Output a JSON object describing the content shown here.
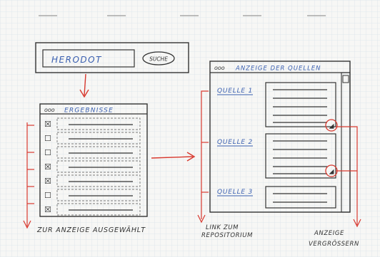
{
  "sketch": {
    "search_panel": {
      "input_value": "HERODOT",
      "button_label": "SUCHE"
    },
    "results_window": {
      "dots": "ooo",
      "title": "ERGEBNISSE",
      "rows": [
        {
          "checked": true,
          "mark": "☒"
        },
        {
          "checked": false,
          "mark": "☐"
        },
        {
          "checked": false,
          "mark": "☐"
        },
        {
          "checked": true,
          "mark": "☒"
        },
        {
          "checked": true,
          "mark": "☒"
        },
        {
          "checked": false,
          "mark": "☐"
        },
        {
          "checked": true,
          "mark": "☒"
        }
      ]
    },
    "detail_window": {
      "dots": "ooo",
      "title": "ANZEIGE DER QUELLEN",
      "sources": [
        {
          "label": "QUELLE 1"
        },
        {
          "label": "QUELLE 2"
        },
        {
          "label": "QUELLE 3"
        }
      ],
      "zoom_symbol": "◢"
    },
    "annotations": {
      "selected_for_display": "ZUR ANZEIGE AUSGEWÄHLT",
      "link_to_repository_line1": "LINK ZUM",
      "link_to_repository_line2": "REPOSITORIUM",
      "enlarge_display_line1": "ANZEIGE",
      "enlarge_display_line2": "VERGRÖSSERN"
    },
    "colors": {
      "ink": "#333333",
      "blue": "#3a5fb0",
      "red": "#d8382e",
      "grid": "#dbe3ea",
      "paper": "#f7f7f5"
    }
  }
}
